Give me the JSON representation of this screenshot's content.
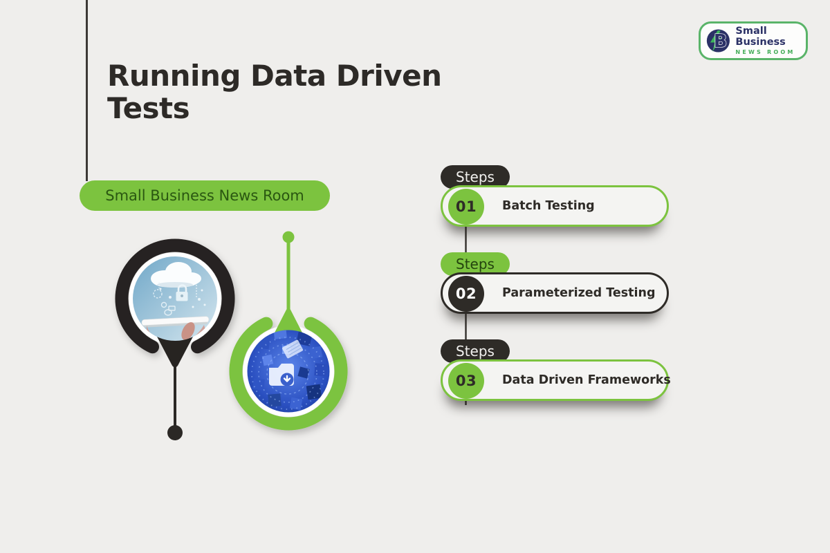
{
  "title": "Running Data Driven\nTests",
  "brand_pill": {
    "label": "Small Business News Room"
  },
  "logo": {
    "monogram": "B",
    "line1": "Small Business",
    "line2": "NEWS ROOM"
  },
  "steps": [
    {
      "tab_label": "Steps",
      "number": "01",
      "label": "Batch Testing",
      "accent": "green"
    },
    {
      "tab_label": "Steps",
      "number": "02",
      "label": "Parameterized Testing",
      "accent": "dark"
    },
    {
      "tab_label": "Steps",
      "number": "03",
      "label": "Data Driven Frameworks",
      "accent": "green"
    }
  ],
  "images": {
    "left_photo": "cloud-security-tablet-photo",
    "right_photo": "circuit-folder-download-photo"
  },
  "icons": {
    "logo-lightning-icon": "⚡",
    "cloud-icon": "☁",
    "padlock-icon": "🔒",
    "download-arrow-icon": "↓"
  },
  "colors": {
    "background": "#efeeec",
    "green": "#7cc33f",
    "dark": "#2e2b27",
    "pill_fill": "#f4f4f2",
    "title_text": "#2d2a27",
    "connector_line": "#3a3733",
    "logo_navy": "#2b3166",
    "logo_green": "#44ad58",
    "logo_border": "#5ab469",
    "brand_pill_text": "#2a5711"
  }
}
